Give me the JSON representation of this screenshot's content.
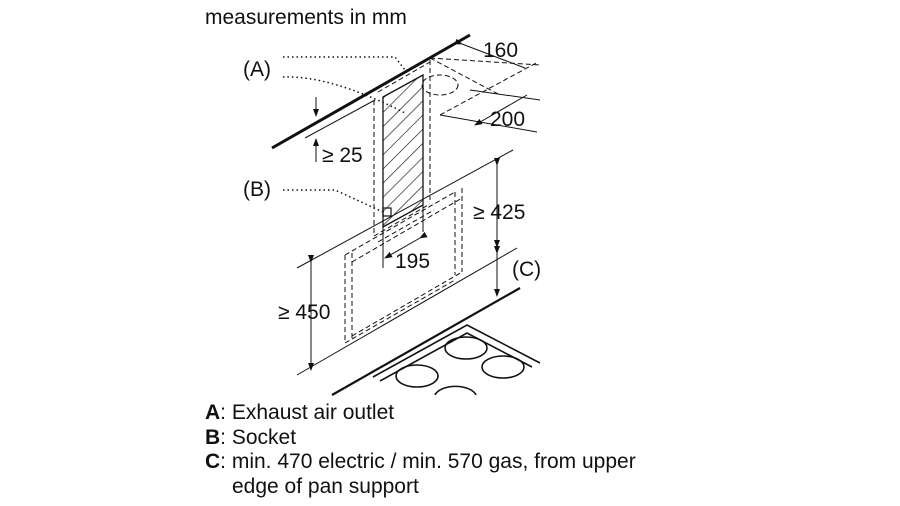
{
  "title": "measurements in mm",
  "labels": {
    "a": "(A)",
    "b": "(B)",
    "c": "(C)",
    "d160": "160",
    "d200": "200",
    "d25": "≥ 25",
    "d425": "≥ 425",
    "d195": "195",
    "d450": "≥ 450"
  },
  "legend": [
    {
      "key": "A",
      "text": ": Exhaust air outlet"
    },
    {
      "key": "B",
      "text": ": Socket"
    },
    {
      "key": "C",
      "text": ": min. 470 electric / min. 570 gas, from upper",
      "text2": "edge of pan support"
    }
  ]
}
